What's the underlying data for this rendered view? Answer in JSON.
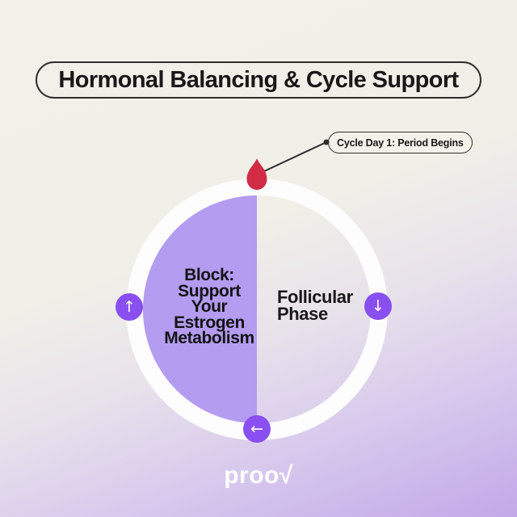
{
  "title": "Hormonal Balancing & Cycle Support",
  "callout": {
    "label": "Cycle Day 1: Period Begins"
  },
  "cycle": {
    "left_half_label": "Block:\nSupport\nYour\nEstrogen\nMetabolism",
    "right_half_label": "Follicular\nPhase"
  },
  "icons": {
    "up_arrow": "↑",
    "down_arrow": "↓",
    "left_arrow": "←"
  },
  "logo": {
    "text": "proo√"
  },
  "colors": {
    "background_top": "#f1f0e9",
    "background_bottom": "#c2a9e8",
    "half_disc_purple": "#b49cf1",
    "arrow_circle_purple": "#8a4ff0",
    "blood_drop_red": "#d22b45",
    "ring_white": "#fdfdfd",
    "text_dark": "#181818"
  }
}
